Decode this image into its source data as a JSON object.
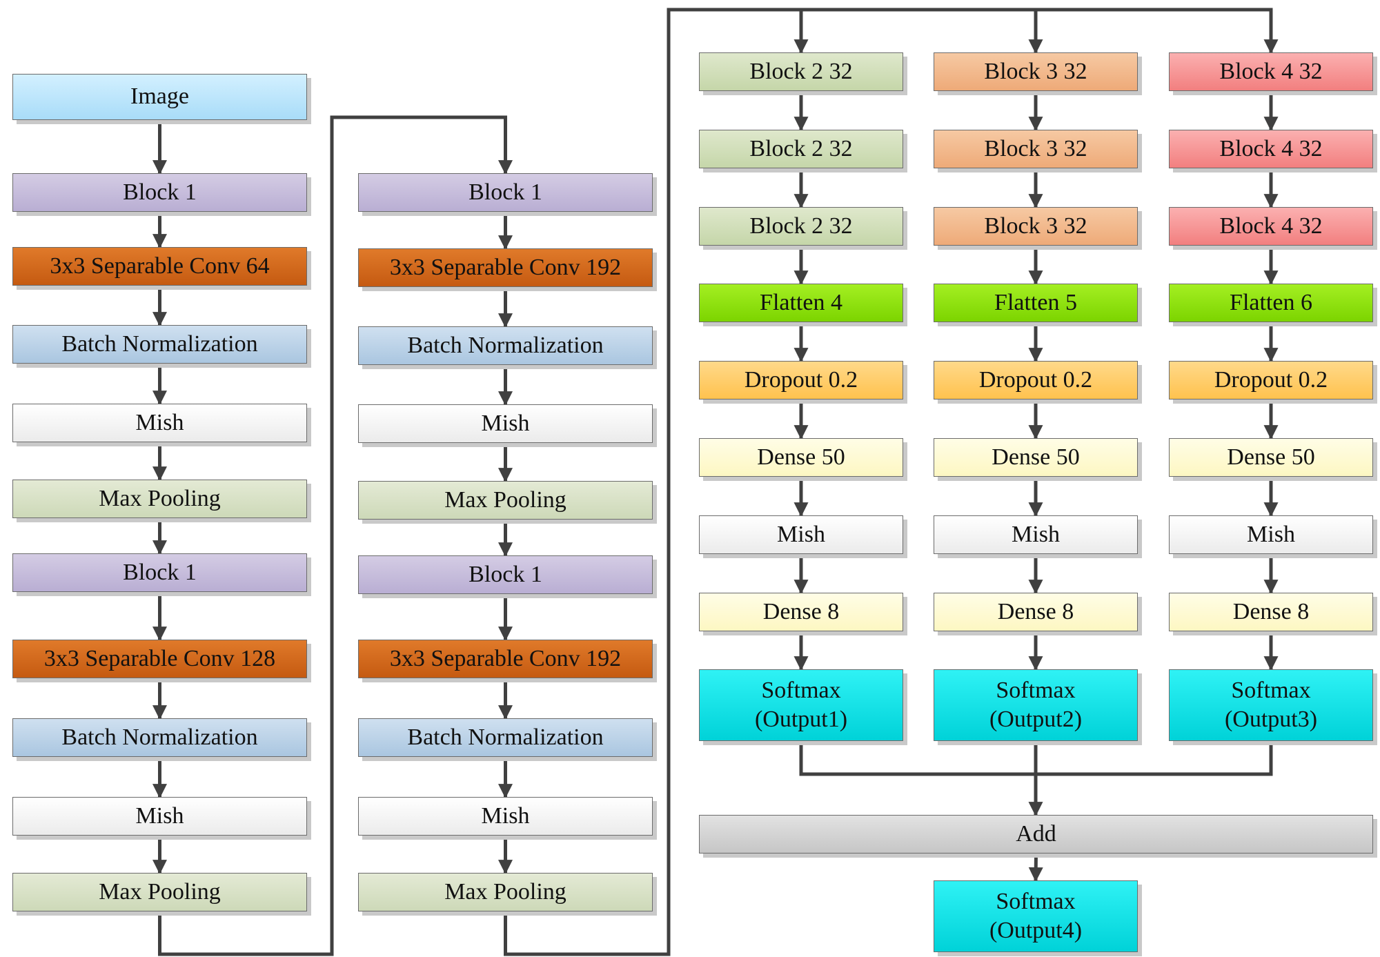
{
  "columns": [
    {
      "id": "column-1",
      "nodes": [
        {
          "id": "image",
          "label": [
            "Image"
          ],
          "type": "image"
        },
        {
          "id": "block1-a",
          "label": [
            "Block 1"
          ],
          "type": "block1"
        },
        {
          "id": "sepconv-64",
          "label": [
            "3x3 Separable Conv 64"
          ],
          "type": "conv"
        },
        {
          "id": "batchnorm-a",
          "label": [
            "Batch Normalization"
          ],
          "type": "bn"
        },
        {
          "id": "mish-a",
          "label": [
            "Mish"
          ],
          "type": "mish"
        },
        {
          "id": "maxpool-a",
          "label": [
            "Max Pooling"
          ],
          "type": "pool"
        },
        {
          "id": "block1-b",
          "label": [
            "Block 1"
          ],
          "type": "block1"
        },
        {
          "id": "sepconv-128",
          "label": [
            "3x3 Separable Conv 128"
          ],
          "type": "conv"
        },
        {
          "id": "batchnorm-b",
          "label": [
            "Batch Normalization"
          ],
          "type": "bn"
        },
        {
          "id": "mish-b",
          "label": [
            "Mish"
          ],
          "type": "mish"
        },
        {
          "id": "maxpool-b",
          "label": [
            "Max Pooling"
          ],
          "type": "pool"
        }
      ]
    },
    {
      "id": "column-2",
      "nodes": [
        {
          "id": "block1-c",
          "label": [
            "Block 1"
          ],
          "type": "block1"
        },
        {
          "id": "sepconv-192-a",
          "label": [
            "3x3 Separable Conv 192"
          ],
          "type": "conv"
        },
        {
          "id": "batchnorm-c",
          "label": [
            "Batch Normalization"
          ],
          "type": "bn"
        },
        {
          "id": "mish-c",
          "label": [
            "Mish"
          ],
          "type": "mish"
        },
        {
          "id": "maxpool-c",
          "label": [
            "Max Pooling"
          ],
          "type": "pool"
        },
        {
          "id": "block1-d",
          "label": [
            "Block 1"
          ],
          "type": "block1"
        },
        {
          "id": "sepconv-192-b",
          "label": [
            "3x3 Separable Conv 192"
          ],
          "type": "conv"
        },
        {
          "id": "batchnorm-d",
          "label": [
            "Batch Normalization"
          ],
          "type": "bn"
        },
        {
          "id": "mish-d",
          "label": [
            "Mish"
          ],
          "type": "mish"
        },
        {
          "id": "maxpool-d",
          "label": [
            "Max Pooling"
          ],
          "type": "pool"
        }
      ]
    },
    {
      "id": "branch-1",
      "nodes": [
        {
          "id": "branch1-block2-a",
          "label": [
            "Block 2 32"
          ],
          "type": "block2"
        },
        {
          "id": "branch1-block2-b",
          "label": [
            "Block 2 32"
          ],
          "type": "block2"
        },
        {
          "id": "branch1-block2-c",
          "label": [
            "Block 2 32"
          ],
          "type": "block2"
        },
        {
          "id": "branch1-flatten",
          "label": [
            "Flatten 4"
          ],
          "type": "flatten"
        },
        {
          "id": "branch1-dropout",
          "label": [
            "Dropout 0.2"
          ],
          "type": "dropout"
        },
        {
          "id": "branch1-dense50",
          "label": [
            "Dense 50"
          ],
          "type": "dense"
        },
        {
          "id": "branch1-mish",
          "label": [
            "Mish"
          ],
          "type": "mish"
        },
        {
          "id": "branch1-dense8",
          "label": [
            "Dense 8"
          ],
          "type": "dense"
        },
        {
          "id": "branch1-softmax",
          "label": [
            "Softmax",
            "(Output1)"
          ],
          "type": "softmax"
        }
      ]
    },
    {
      "id": "branch-2",
      "nodes": [
        {
          "id": "branch2-block3-a",
          "label": [
            "Block 3 32"
          ],
          "type": "block3"
        },
        {
          "id": "branch2-block3-b",
          "label": [
            "Block 3 32"
          ],
          "type": "block3"
        },
        {
          "id": "branch2-block3-c",
          "label": [
            "Block 3 32"
          ],
          "type": "block3"
        },
        {
          "id": "branch2-flatten",
          "label": [
            "Flatten 5"
          ],
          "type": "flatten"
        },
        {
          "id": "branch2-dropout",
          "label": [
            "Dropout 0.2"
          ],
          "type": "dropout"
        },
        {
          "id": "branch2-dense50",
          "label": [
            "Dense 50"
          ],
          "type": "dense"
        },
        {
          "id": "branch2-mish",
          "label": [
            "Mish"
          ],
          "type": "mish"
        },
        {
          "id": "branch2-dense8",
          "label": [
            "Dense 8"
          ],
          "type": "dense"
        },
        {
          "id": "branch2-softmax",
          "label": [
            "Softmax",
            "(Output2)"
          ],
          "type": "softmax"
        }
      ]
    },
    {
      "id": "branch-3",
      "nodes": [
        {
          "id": "branch3-block4-a",
          "label": [
            "Block 4 32"
          ],
          "type": "block4"
        },
        {
          "id": "branch3-block4-b",
          "label": [
            "Block 4 32"
          ],
          "type": "block4"
        },
        {
          "id": "branch3-block4-c",
          "label": [
            "Block 4 32"
          ],
          "type": "block4"
        },
        {
          "id": "branch3-flatten",
          "label": [
            "Flatten 6"
          ],
          "type": "flatten"
        },
        {
          "id": "branch3-dropout",
          "label": [
            "Dropout 0.2"
          ],
          "type": "dropout"
        },
        {
          "id": "branch3-dense50",
          "label": [
            "Dense 50"
          ],
          "type": "dense"
        },
        {
          "id": "branch3-mish",
          "label": [
            "Mish"
          ],
          "type": "mish"
        },
        {
          "id": "branch3-dense8",
          "label": [
            "Dense 8"
          ],
          "type": "dense"
        },
        {
          "id": "branch3-softmax",
          "label": [
            "Softmax",
            "(Output3)"
          ],
          "type": "softmax"
        }
      ]
    },
    {
      "id": "merge",
      "nodes": [
        {
          "id": "add",
          "label": [
            "Add"
          ],
          "type": "add"
        },
        {
          "id": "final-softmax",
          "label": [
            "Softmax",
            "(Output4)"
          ],
          "type": "softmax"
        }
      ]
    }
  ],
  "edges": [
    [
      "image",
      "block1-a"
    ],
    [
      "block1-a",
      "sepconv-64"
    ],
    [
      "sepconv-64",
      "batchnorm-a"
    ],
    [
      "batchnorm-a",
      "mish-a"
    ],
    [
      "mish-a",
      "maxpool-a"
    ],
    [
      "maxpool-a",
      "block1-b"
    ],
    [
      "block1-b",
      "sepconv-128"
    ],
    [
      "sepconv-128",
      "batchnorm-b"
    ],
    [
      "batchnorm-b",
      "mish-b"
    ],
    [
      "mish-b",
      "maxpool-b"
    ],
    [
      "maxpool-b",
      "block1-c"
    ],
    [
      "block1-c",
      "sepconv-192-a"
    ],
    [
      "sepconv-192-a",
      "batchnorm-c"
    ],
    [
      "batchnorm-c",
      "mish-c"
    ],
    [
      "mish-c",
      "maxpool-c"
    ],
    [
      "maxpool-c",
      "block1-d"
    ],
    [
      "block1-d",
      "sepconv-192-b"
    ],
    [
      "sepconv-192-b",
      "batchnorm-d"
    ],
    [
      "batchnorm-d",
      "mish-d"
    ],
    [
      "mish-d",
      "maxpool-d"
    ],
    [
      "maxpool-d",
      "branch1-block2-a"
    ],
    [
      "maxpool-d",
      "branch2-block3-a"
    ],
    [
      "maxpool-d",
      "branch3-block4-a"
    ],
    [
      "branch1-block2-a",
      "branch1-block2-b"
    ],
    [
      "branch1-block2-b",
      "branch1-block2-c"
    ],
    [
      "branch1-block2-c",
      "branch1-flatten"
    ],
    [
      "branch1-flatten",
      "branch1-dropout"
    ],
    [
      "branch1-dropout",
      "branch1-dense50"
    ],
    [
      "branch1-dense50",
      "branch1-mish"
    ],
    [
      "branch1-mish",
      "branch1-dense8"
    ],
    [
      "branch1-dense8",
      "branch1-softmax"
    ],
    [
      "branch2-block3-a",
      "branch2-block3-b"
    ],
    [
      "branch2-block3-b",
      "branch2-block3-c"
    ],
    [
      "branch2-block3-c",
      "branch2-flatten"
    ],
    [
      "branch2-flatten",
      "branch2-dropout"
    ],
    [
      "branch2-dropout",
      "branch2-dense50"
    ],
    [
      "branch2-dense50",
      "branch2-mish"
    ],
    [
      "branch2-mish",
      "branch2-dense8"
    ],
    [
      "branch2-dense8",
      "branch2-softmax"
    ],
    [
      "branch3-block4-a",
      "branch3-block4-b"
    ],
    [
      "branch3-block4-b",
      "branch3-block4-c"
    ],
    [
      "branch3-block4-c",
      "branch3-flatten"
    ],
    [
      "branch3-flatten",
      "branch3-dropout"
    ],
    [
      "branch3-dropout",
      "branch3-dense50"
    ],
    [
      "branch3-dense50",
      "branch3-mish"
    ],
    [
      "branch3-mish",
      "branch3-dense8"
    ],
    [
      "branch3-dense8",
      "branch3-softmax"
    ],
    [
      "branch1-softmax",
      "add"
    ],
    [
      "branch2-softmax",
      "add"
    ],
    [
      "branch3-softmax",
      "add"
    ],
    [
      "add",
      "final-softmax"
    ]
  ],
  "colors": {
    "image": "#b3e3fb",
    "block1": "#c2b9db",
    "conv": "#c55a11",
    "bn": "#b8d0e6",
    "mish": "#f2f2f2",
    "pool": "#d8e2c6",
    "block2": "#cfddb8",
    "block3": "#f0b489",
    "block4": "#f59090",
    "flatten": "#86dc00",
    "dropout": "#ffc85f",
    "dense": "#fefad0",
    "softmax": "#00dfe4",
    "add": "#d0d0d0",
    "connector": "#404040"
  }
}
